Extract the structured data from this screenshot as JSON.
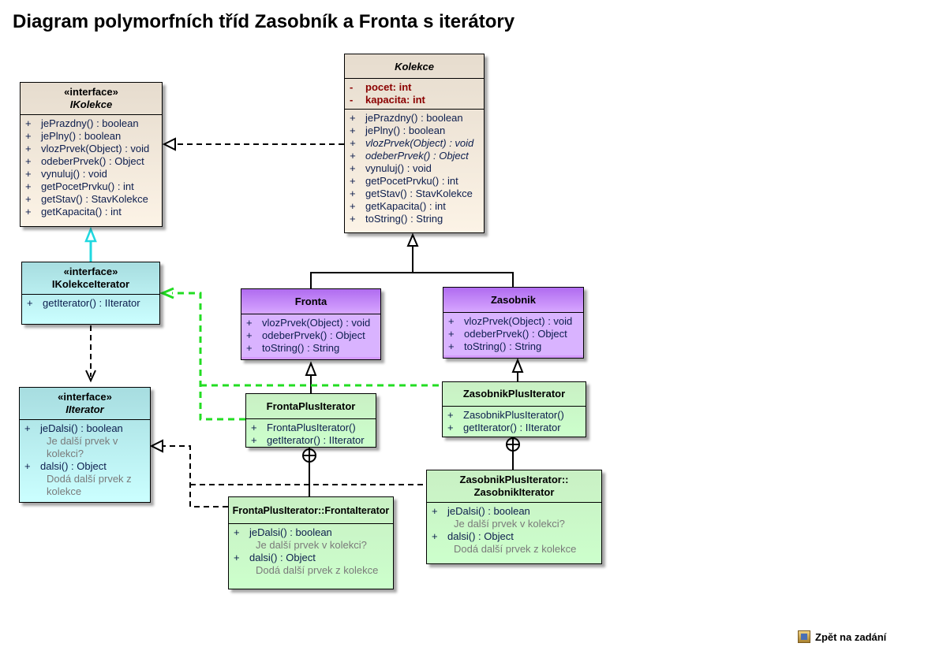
{
  "title": "Diagram polymorfních tříd Zasobník a Fronta s iterátory",
  "back_link": "Zpět na zadání",
  "classes": {
    "ikolekce": {
      "stereotype": "«interface»",
      "name": "IKolekce",
      "ops": [
        {
          "vis": "+",
          "text": "jePrazdny() : boolean"
        },
        {
          "vis": "+",
          "text": "jePlny() : boolean"
        },
        {
          "vis": "+",
          "text": "vlozPrvek(Object) : void"
        },
        {
          "vis": "+",
          "text": "odeberPrvek() : Object"
        },
        {
          "vis": "+",
          "text": "vynuluj() : void"
        },
        {
          "vis": "+",
          "text": "getPocetPrvku() : int"
        },
        {
          "vis": "+",
          "text": "getStav() : StavKolekce"
        },
        {
          "vis": "+",
          "text": "getKapacita() : int"
        }
      ]
    },
    "kolekce": {
      "name": "Kolekce",
      "attrs": [
        {
          "vis": "-",
          "text": "pocet:  int"
        },
        {
          "vis": "-",
          "text": "kapacita:  int"
        }
      ],
      "ops": [
        {
          "vis": "+",
          "text": "jePrazdny() : boolean"
        },
        {
          "vis": "+",
          "text": "jePlny() : boolean"
        },
        {
          "vis": "+",
          "text": "vlozPrvek(Object) : void"
        },
        {
          "vis": "+",
          "text": "odeberPrvek() : Object"
        },
        {
          "vis": "+",
          "text": "vynuluj() : void"
        },
        {
          "vis": "+",
          "text": "getPocetPrvku() : int"
        },
        {
          "vis": "+",
          "text": "getStav() : StavKolekce"
        },
        {
          "vis": "+",
          "text": "getKapacita() : int"
        },
        {
          "vis": "+",
          "text": "toString() : String"
        }
      ]
    },
    "ikolekceiterator": {
      "stereotype": "«interface»",
      "name": "IKolekceIterator",
      "ops": [
        {
          "vis": "+",
          "text": "getIterator() : IIterator"
        }
      ]
    },
    "iiterator": {
      "stereotype": "«interface»",
      "name": "IIterator",
      "ops": [
        {
          "vis": "+",
          "text": "jeDalsi() : boolean",
          "note": "Je další prvek v kolekci?"
        },
        {
          "vis": "+",
          "text": "dalsi() : Object",
          "note": "Dodá další prvek z kolekce"
        }
      ]
    },
    "fronta": {
      "name": "Fronta",
      "ops": [
        {
          "vis": "+",
          "text": "vlozPrvek(Object) : void"
        },
        {
          "vis": "+",
          "text": "odeberPrvek() : Object"
        },
        {
          "vis": "+",
          "text": "toString() : String"
        }
      ]
    },
    "zasobnik": {
      "name": "Zasobnik",
      "ops": [
        {
          "vis": "+",
          "text": "vlozPrvek(Object) : void"
        },
        {
          "vis": "+",
          "text": "odeberPrvek() : Object"
        },
        {
          "vis": "+",
          "text": "toString() : String"
        }
      ]
    },
    "frontaplus": {
      "name": "FrontaPlusIterator",
      "ops": [
        {
          "vis": "+",
          "text": "FrontaPlusIterator()"
        },
        {
          "vis": "+",
          "text": "getIterator() : IIterator"
        }
      ]
    },
    "zasobnikplus": {
      "name": "ZasobnikPlusIterator",
      "ops": [
        {
          "vis": "+",
          "text": "ZasobnikPlusIterator()"
        },
        {
          "vis": "+",
          "text": "getIterator() : IIterator"
        }
      ]
    },
    "frontaiter": {
      "name": "FrontaPlusIterator::FrontaIterator",
      "ops": [
        {
          "vis": "+",
          "text": "jeDalsi() : boolean",
          "note": "Je další prvek v kolekci?"
        },
        {
          "vis": "+",
          "text": "dalsi() : Object",
          "note": "Dodá další prvek z kolekce"
        }
      ]
    },
    "zasobnikiter": {
      "name_line1": "ZasobnikPlusIterator::",
      "name_line2": "ZasobnikIterator",
      "ops": [
        {
          "vis": "+",
          "text": "jeDalsi() : boolean",
          "note": "Je další prvek v kolekci?"
        },
        {
          "vis": "+",
          "text": "dalsi() : Object",
          "note": "Dodá další prvek z kolekce"
        }
      ]
    }
  }
}
